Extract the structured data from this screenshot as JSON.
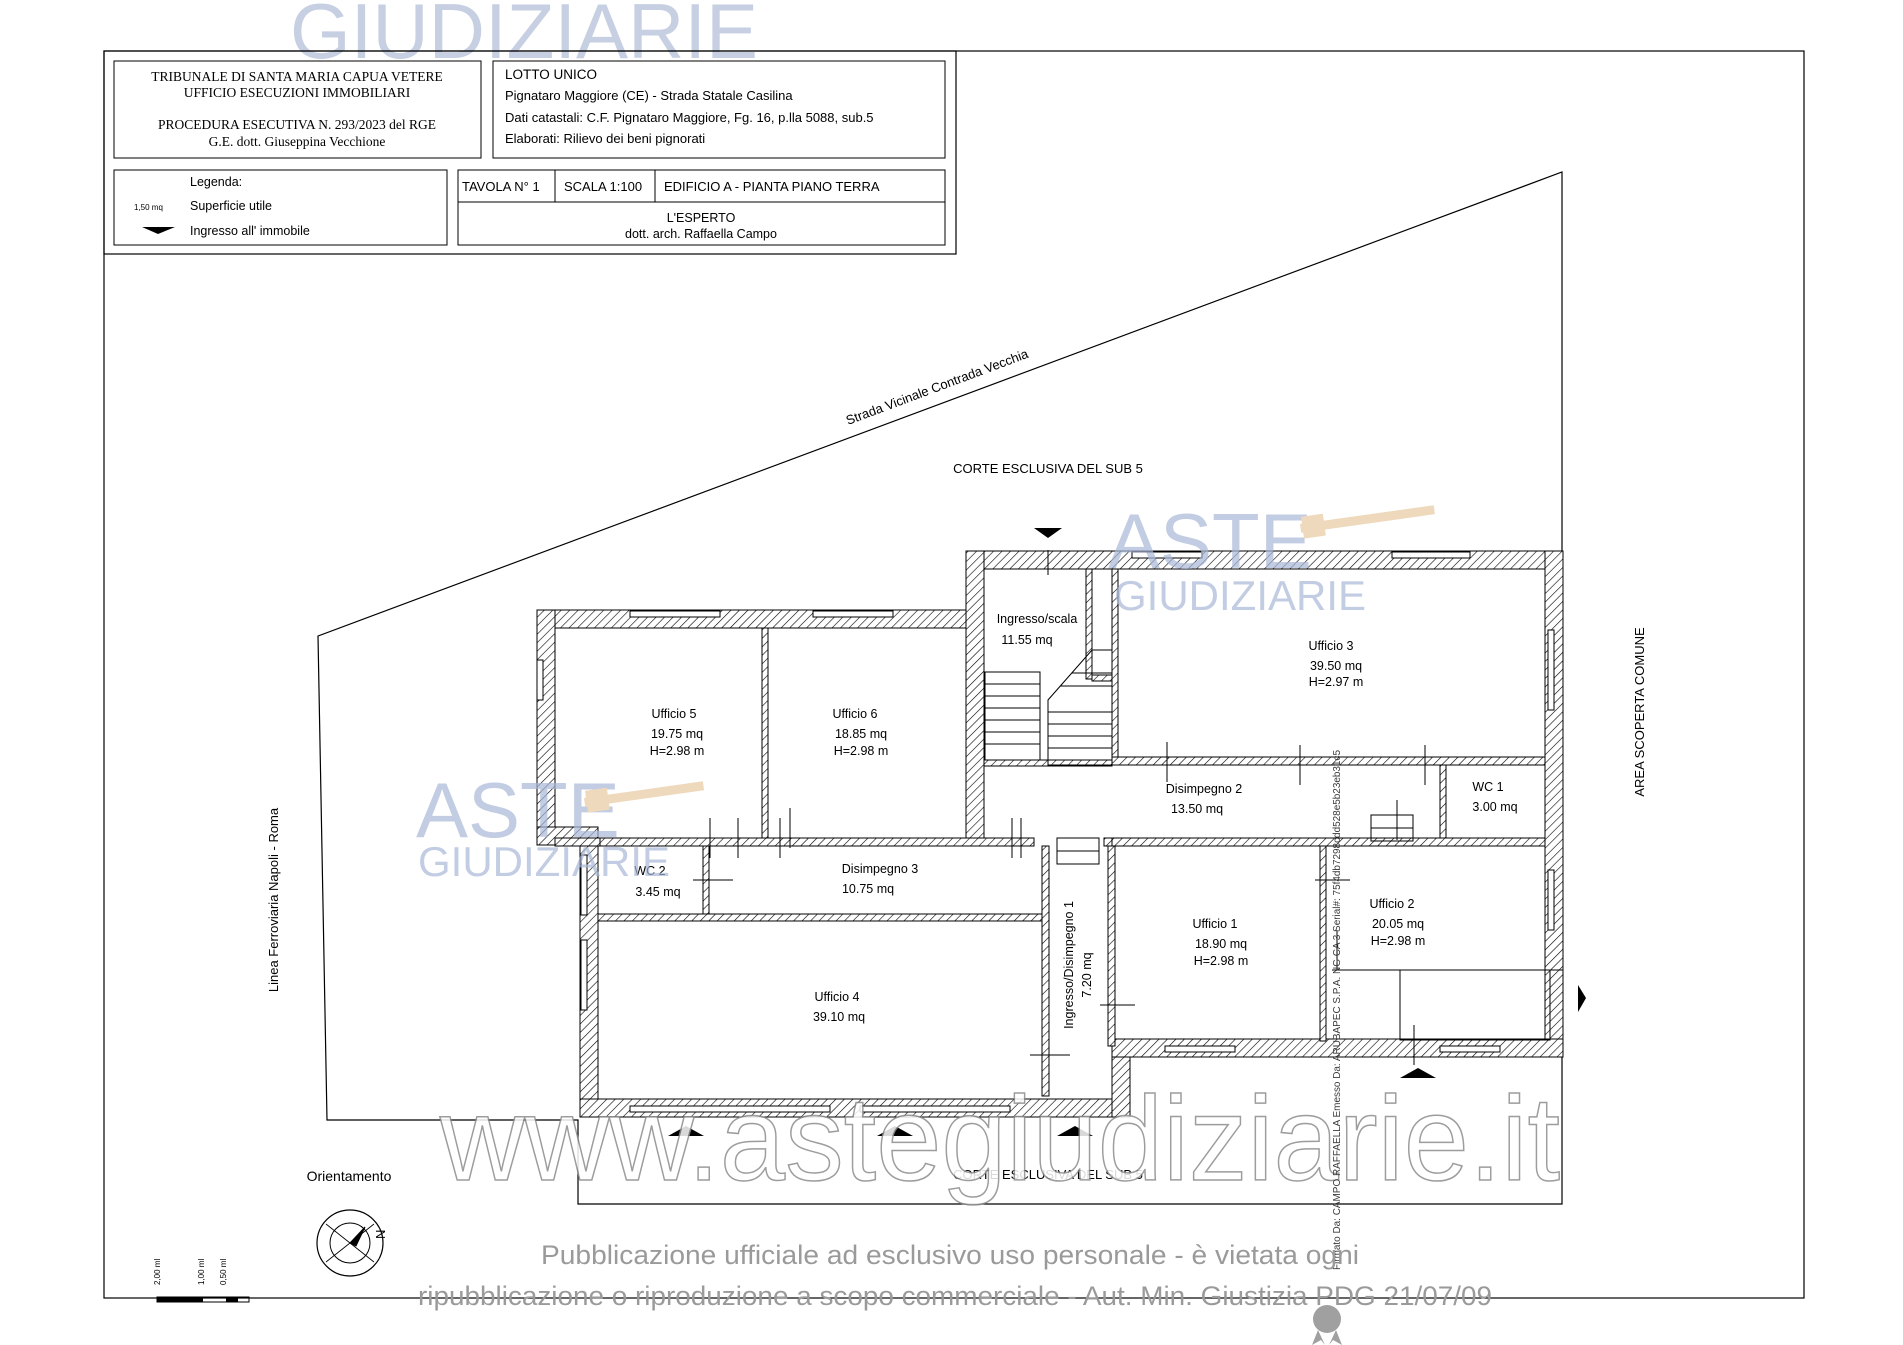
{
  "header": {
    "tribunal_line1": "TRIBUNALE DI SANTA MARIA CAPUA VETERE",
    "tribunal_line2": "UFFICIO ESECUZIONI IMMOBILIARI",
    "procedure": "PROCEDURA ESECUTIVA N. 293/2023 del RGE",
    "judge": "G.E. dott. Giuseppina Vecchione",
    "lot_title": "LOTTO UNICO",
    "address": "Pignataro Maggiore (CE) -  Strada Statale Casilina",
    "cadastral": "Dati catastali: C.F. Pignataro Maggiore,  Fg. 16, p.lla 5088, sub.5",
    "elaborati": "Elaborati: Rilievo dei beni pignorati",
    "tavola": "TAVOLA N° 1",
    "scala": "SCALA 1:100",
    "edificio": "EDIFICIO A - PIANTA PIANO TERRA",
    "expert_title": "L'ESPERTO",
    "expert_name": "dott. arch. Raffaella Campo"
  },
  "legend": {
    "title": "Legenda:",
    "sample_value": "1,50 mq",
    "surface_label": "Superficie utile",
    "entrance_label": "Ingresso all' immobile"
  },
  "labels": {
    "road": "Strada Vicinale Contrada Vecchia",
    "court_top": "CORTE ESCLUSIVA DEL SUB 5",
    "court_bottom": "CORTE ESCLUSIVA DEL SUB 5",
    "area_right": "AREA SCOPERTA COMUNE",
    "railway": "Linea Ferroviaria Napoli - Roma",
    "orientation": "Orientamento",
    "north": "N"
  },
  "rooms": [
    {
      "id": "ingresso-scala",
      "name": "Ingresso/scala",
      "area": "11.55 mq",
      "height": ""
    },
    {
      "id": "ufficio-3",
      "name": "Ufficio 3",
      "area": "39.50 mq",
      "height": "H=2.97 m"
    },
    {
      "id": "ufficio-5",
      "name": "Ufficio 5",
      "area": "19.75 mq",
      "height": "H=2.98 m"
    },
    {
      "id": "ufficio-6",
      "name": "Ufficio 6",
      "area": "18.85 mq",
      "height": "H=2.98 m"
    },
    {
      "id": "disimpegno-2",
      "name": "Disimpegno 2",
      "area": "13.50 mq",
      "height": ""
    },
    {
      "id": "wc-1",
      "name": "WC 1",
      "area": "3.00 mq",
      "height": ""
    },
    {
      "id": "wc-2",
      "name": "WC 2",
      "area": "3.45 mq",
      "height": ""
    },
    {
      "id": "disimpegno-3",
      "name": "Disimpegno 3",
      "area": "10.75 mq",
      "height": ""
    },
    {
      "id": "ingresso-disimpegno-1",
      "name": "Ingresso/Disimpegno 1",
      "area": "7.20 mq",
      "height": ""
    },
    {
      "id": "ufficio-1",
      "name": "Ufficio 1",
      "area": "18.90 mq",
      "height": "H=2.98 m"
    },
    {
      "id": "ufficio-2",
      "name": "Ufficio 2",
      "area": "20.05 mq",
      "height": "H=2.98 m"
    },
    {
      "id": "ufficio-4",
      "name": "Ufficio 4",
      "area": "39.10 mq",
      "height": ""
    }
  ],
  "scale_bar": [
    "2,00 ml",
    "1,00 ml",
    "0,50 ml"
  ],
  "watermarks": {
    "logo_big": "ASTE",
    "logo_sub": "GIUDIZIARIE",
    "url": "www.astegiudiziarie.it",
    "notice_line1": "Pubblicazione ufficiale ad esclusivo uso personale - è vietata ogni",
    "notice_line2": "ripubblicazione o riproduzione a scopo commerciale - Aut. Min. Giustizia PDG 21/07/09",
    "signature": "Firmato Da: CAMPO RAFFAELLA Emesso Da: ARUBAPEC S.P.A. NG CA 3 Serial#: 75f4db7298cdd528e5b23eb31c5"
  },
  "colors": {
    "line": "#000000",
    "watermark": "#a9b7d6",
    "watermark_text": "#9a9a9a",
    "hammer": "#e8c9a2"
  }
}
